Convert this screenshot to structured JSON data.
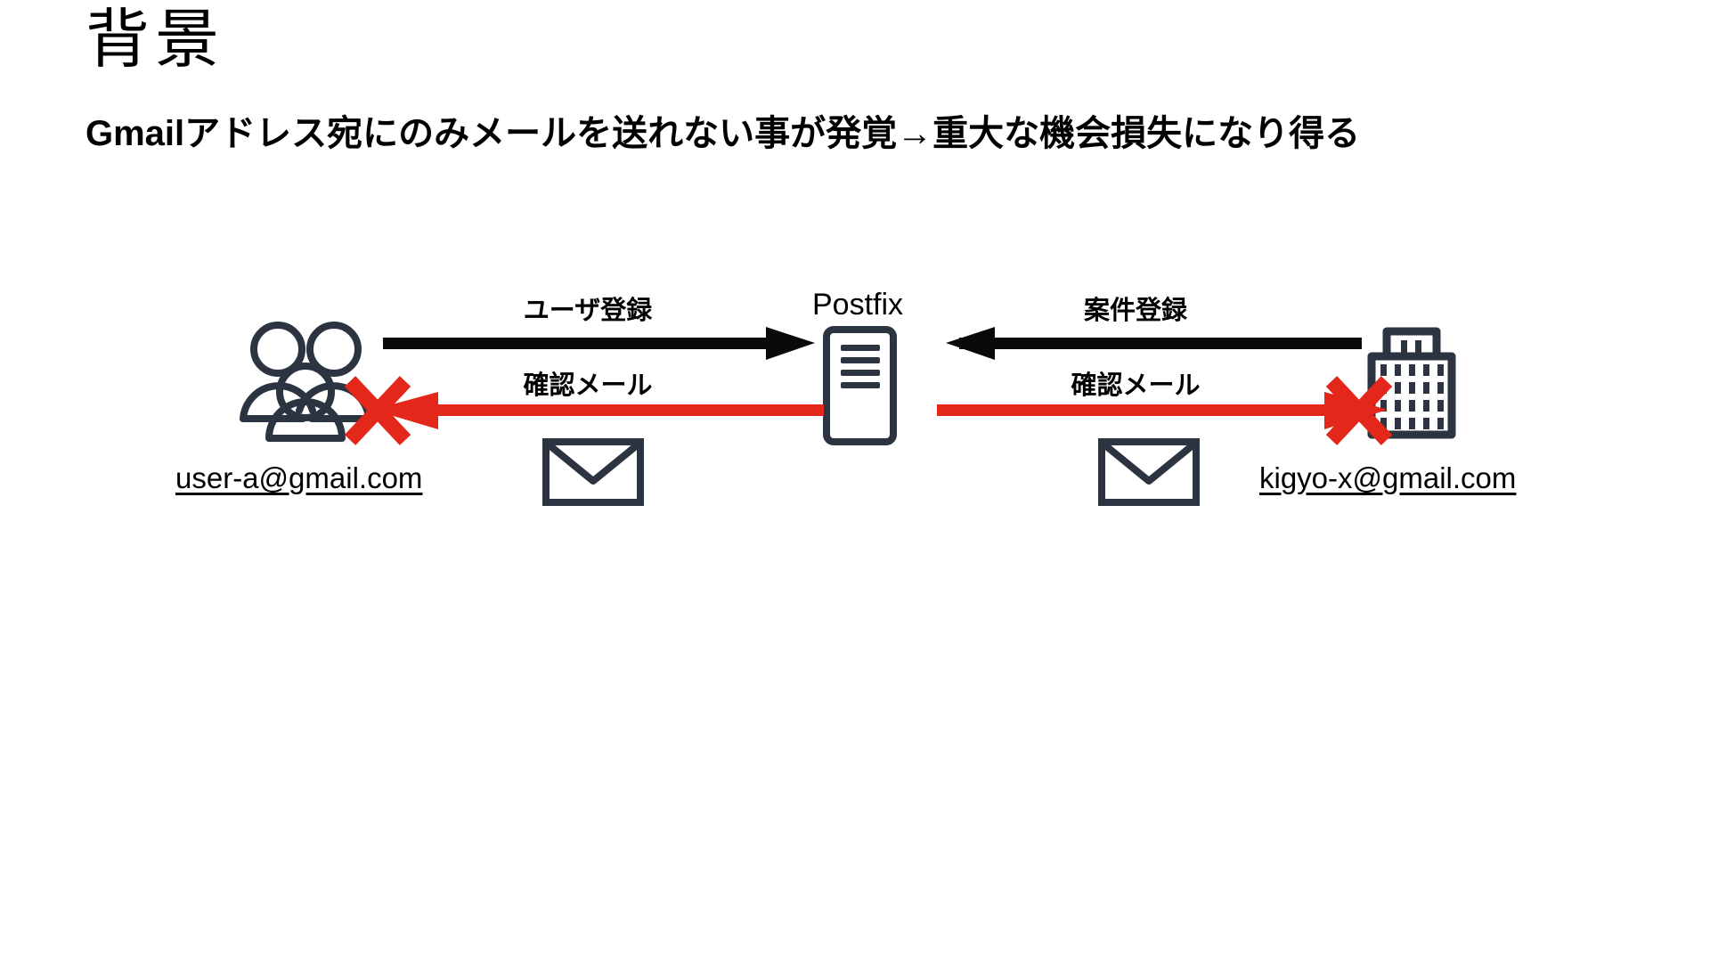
{
  "slide": {
    "title": "背景",
    "subtitle": "Gmailアドレス宛にのみメールを送れない事が発覚→重大な機会損失になり得る",
    "background_color": "#ffffff"
  },
  "colors": {
    "ink": "#000000",
    "icon_navy": "#2b3440",
    "error_red": "#e4271b",
    "arrow_black": "#0a0a0a"
  },
  "diagram": {
    "nodes": {
      "users": {
        "icon": "users-group-icon",
        "caption": "user-a@gmail.com",
        "underlined": true,
        "blocked": true,
        "block_marker": "red-x-icon"
      },
      "server": {
        "icon": "server-icon",
        "caption": "Postfix",
        "underlined": false,
        "blocked": false
      },
      "company": {
        "icon": "office-building-icon",
        "caption": "kigyo-x@gmail.com",
        "underlined": true,
        "blocked": true,
        "block_marker": "red-x-icon"
      }
    },
    "flows": [
      {
        "id": "users-to-server",
        "label": "ユーザ登録",
        "direction": "right",
        "color": "#0a0a0a",
        "status": "ok"
      },
      {
        "id": "server-to-users",
        "label": "確認メール",
        "direction": "left",
        "color": "#e4271b",
        "status": "blocked"
      },
      {
        "id": "company-to-server",
        "label": "案件登録",
        "direction": "left",
        "color": "#0a0a0a",
        "status": "ok"
      },
      {
        "id": "server-to-company",
        "label": "確認メール",
        "direction": "right",
        "color": "#e4271b",
        "status": "blocked"
      }
    ],
    "mail_icons": [
      {
        "id": "mail-left",
        "icon": "envelope-icon"
      },
      {
        "id": "mail-right",
        "icon": "envelope-icon"
      }
    ]
  }
}
